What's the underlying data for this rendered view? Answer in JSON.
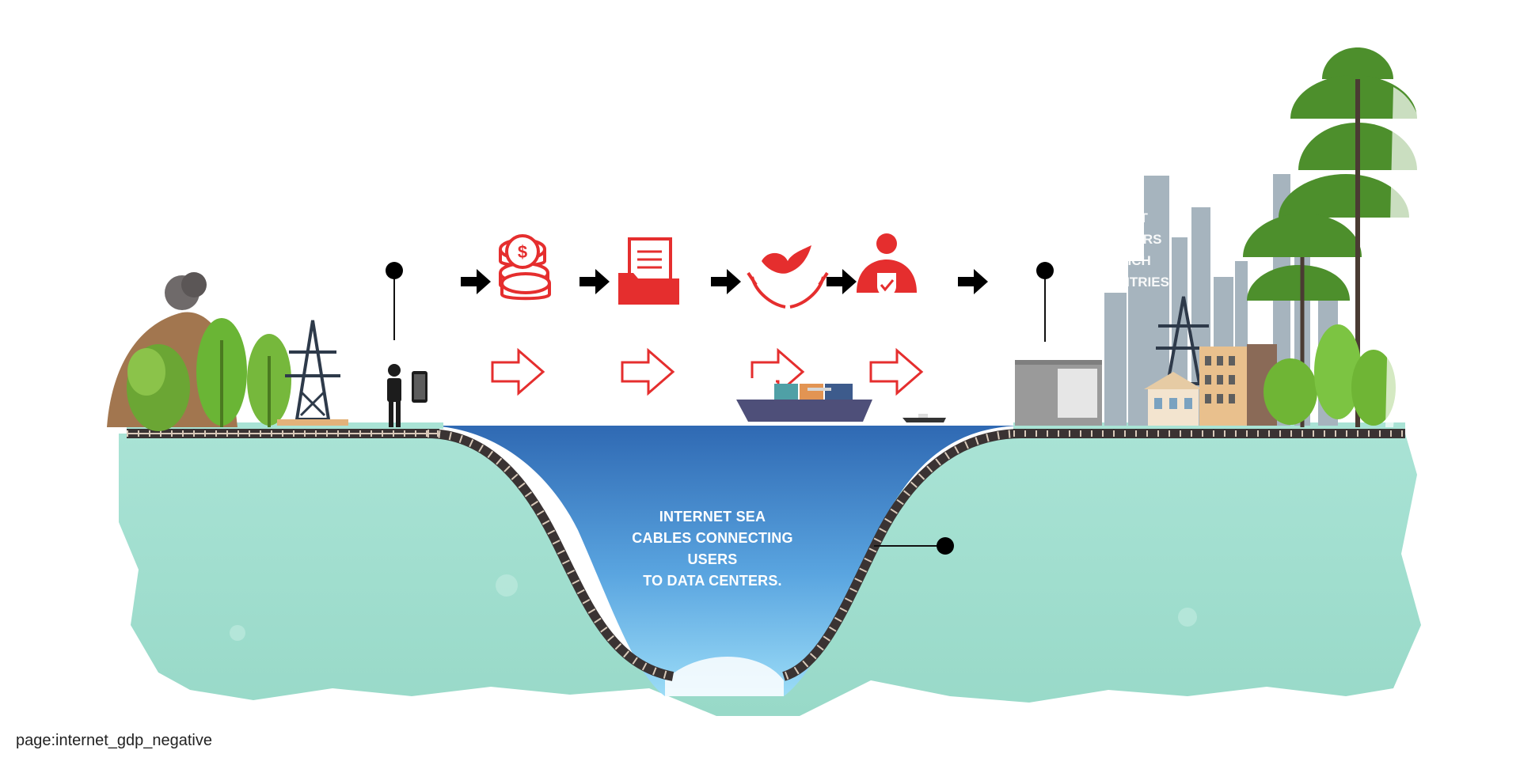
{
  "diagram": {
    "sea_label": "INTERNET SEA\nCABLES CONNECTING\nUSERS\nTO DATA CENTERS.",
    "data_center_label": "DAT\nENTERS\nRICH\nOUNTRIES",
    "page_caption": "page:internet_gdp_negative"
  },
  "icons": {
    "top_row": [
      "money-coins-icon",
      "document-folder-icon",
      "dove-hands-icon",
      "protected-person-icon"
    ],
    "arrows": [
      "black-arrow-icon",
      "outlined-red-arrow-icon"
    ]
  },
  "colors": {
    "accent_red": "#e52e2e",
    "ground_green": "#9fdecf",
    "sea_blue": "#3b7bc4",
    "cable_dark": "#3a3333",
    "city_gray": "#a6b4be",
    "tree_green": "#4d8f2c"
  }
}
